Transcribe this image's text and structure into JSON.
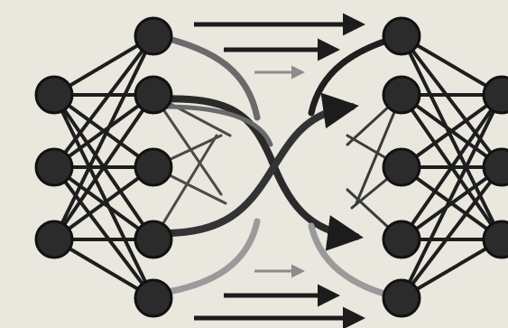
{
  "diagram": {
    "kind": "neural-network-transfer-illustration",
    "colors": {
      "background": "#e9e7de",
      "node": "#2b2b2b",
      "edge": "#1e1e1e",
      "flow_dark": "#222222",
      "flow_mid": "#6a6a6a",
      "flow_light": "#9a9a9a"
    },
    "networks": [
      {
        "name": "left-network",
        "layers": [
          3,
          5
        ]
      },
      {
        "name": "right-network",
        "layers": [
          5,
          3
        ]
      }
    ],
    "straight_arrows": [
      {
        "name": "top-arrow-1",
        "shade": "dark"
      },
      {
        "name": "top-arrow-2",
        "shade": "dark"
      },
      {
        "name": "top-arrow-3",
        "shade": "light"
      },
      {
        "name": "bottom-arrow-1",
        "shade": "light"
      },
      {
        "name": "bottom-arrow-2",
        "shade": "dark"
      },
      {
        "name": "bottom-arrow-3",
        "shade": "dark"
      }
    ],
    "crossing_flows": [
      {
        "name": "flow-upper-left-to-right",
        "shade": "dark"
      },
      {
        "name": "flow-lower-left-to-right",
        "shade": "dark"
      }
    ]
  }
}
